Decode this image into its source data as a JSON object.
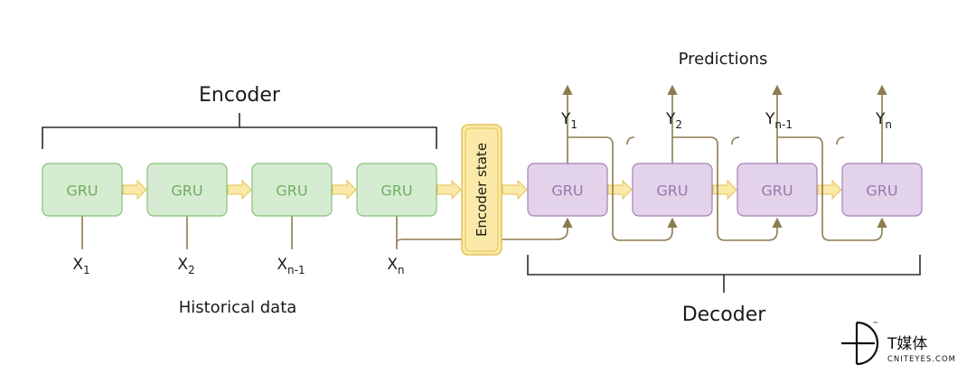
{
  "encoder": {
    "title": "Encoder",
    "cells": [
      "GRU",
      "GRU",
      "GRU",
      "GRU"
    ],
    "inputs": [
      {
        "base": "X",
        "sub": "1"
      },
      {
        "base": "X",
        "sub": "2"
      },
      {
        "base": "X",
        "sub": "n-1"
      },
      {
        "base": "X",
        "sub": "n"
      }
    ],
    "caption": "Historical data"
  },
  "state": {
    "label": "Encoder state"
  },
  "decoder": {
    "title": "Decoder",
    "cells": [
      "GRU",
      "GRU",
      "GRU",
      "GRU"
    ],
    "outputs": [
      {
        "base": "Y",
        "sub": "1"
      },
      {
        "base": "Y",
        "sub": "2"
      },
      {
        "base": "Y",
        "sub": "n-1"
      },
      {
        "base": "Y",
        "sub": "n"
      }
    ],
    "caption": "Predictions"
  },
  "watermark": {
    "brand": "T媒体",
    "site": "CNITEYES.COM",
    "tm": "™"
  },
  "colors": {
    "encoder_fill": "#d6ecd2",
    "decoder_fill": "#e3d3ea",
    "state_fill": "#fbeaa7",
    "connector": "#8d7c4f"
  }
}
